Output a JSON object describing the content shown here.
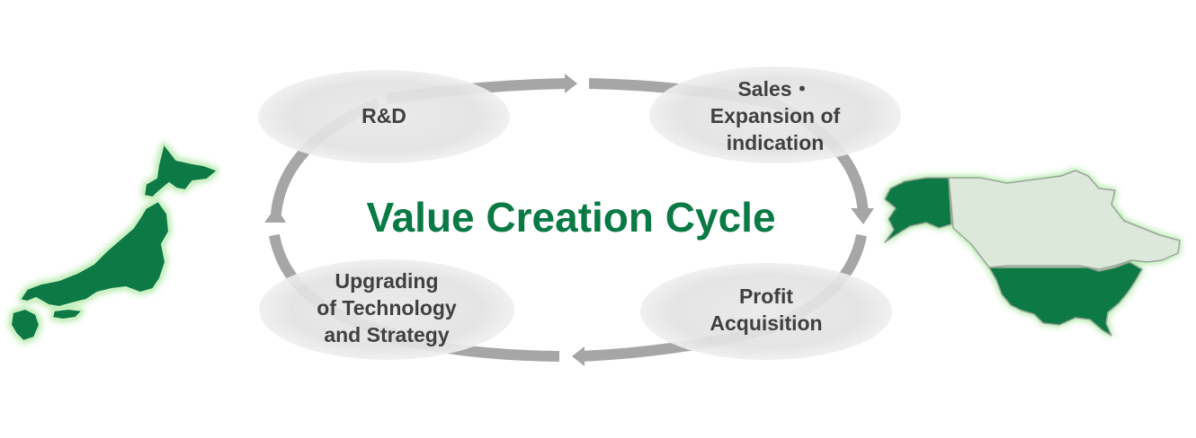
{
  "diagram": {
    "title": "Value Creation Cycle",
    "title_color": "#0a7a45",
    "nodes": [
      {
        "id": "rd",
        "label": "R&D"
      },
      {
        "id": "sales",
        "label_lines": [
          "Sales・",
          "Expansion of",
          "indication"
        ]
      },
      {
        "id": "profit",
        "label_lines": [
          "Profit",
          "Acquisition"
        ]
      },
      {
        "id": "upgrading",
        "label_lines": [
          "Upgrading",
          "of Technology",
          "and Strategy"
        ]
      }
    ],
    "cycle_direction": "clockwise",
    "arrow_color": "#a6a6a6",
    "node_fill": "#e2e2e2",
    "maps": [
      {
        "name": "japan-map",
        "fill": "#0a7a45"
      },
      {
        "name": "north-america-map",
        "highlight_fill": "#0a7a45",
        "other_fill": "#dbe8da"
      }
    ]
  }
}
